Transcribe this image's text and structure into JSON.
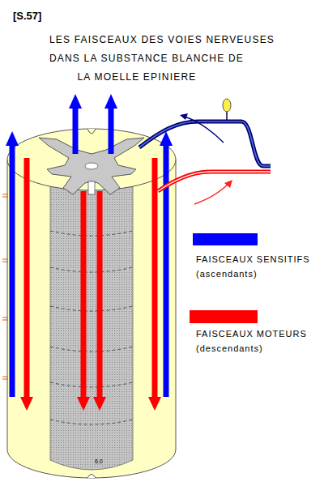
{
  "diagram": {
    "title": "LES FAISCEAUX DES VOIES NERVEUSES DANS LA SUBSTANCE BLANCHE DE LA MOELLE EPINIERE",
    "labels": [
      "[S.57]",
      "6.0"
    ],
    "legend": [
      {
        "text": "FAISCEAUX SENSITIFS (ascendants)",
        "color": "#0000ff"
      },
      {
        "text": "FAISCEAUX MOTEURS (descendants)",
        "color": "#ff0000"
      }
    ]
  }
}
